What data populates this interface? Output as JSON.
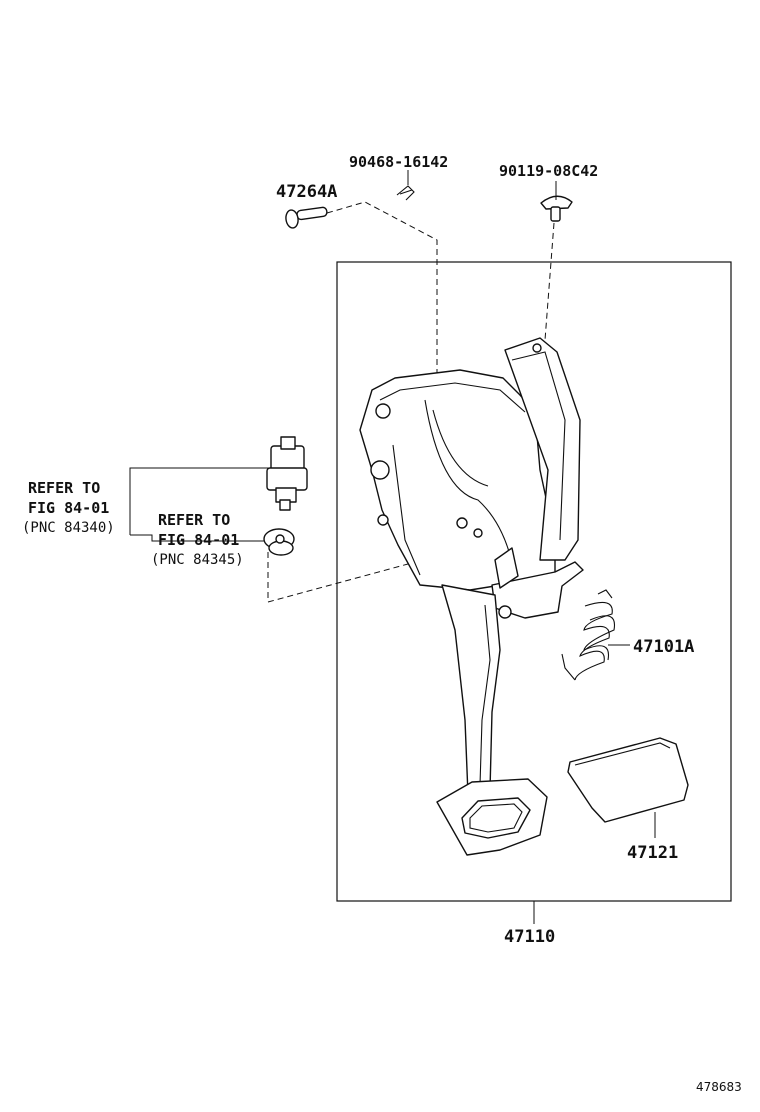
{
  "labels": {
    "pin": "47264A",
    "clip": "90468-16142",
    "bolt": "90119-08C42",
    "spring": "47101A",
    "pad": "47121",
    "assembly": "47110"
  },
  "refs": [
    {
      "line1": "REFER TO",
      "line2": "FIG 84-01",
      "pnc": "(PNC 84340)"
    },
    {
      "line1": "REFER TO",
      "line2": "FIG 84-01",
      "pnc": "(PNC 84345)"
    }
  ],
  "drawing_code": "478683"
}
